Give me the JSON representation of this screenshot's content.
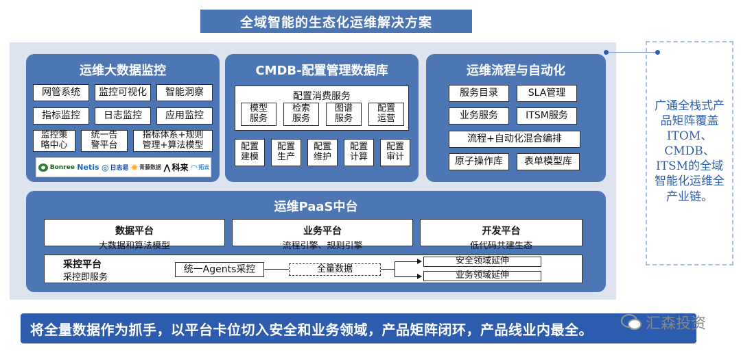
{
  "title": "全域智能的生态化运维解决方案",
  "bigdata": {
    "title": "运维大数据监控",
    "rows": [
      [
        "网管系统",
        "监控可视化",
        "智能洞察"
      ],
      [
        "指标监控",
        "日志监控",
        "应用监控"
      ]
    ],
    "row3": [
      "监控策\n略中心",
      "统一告\n警平台",
      "指标体系+规则\n管理+算法模型"
    ],
    "logos": [
      "Bonree",
      "Netis",
      "日志易",
      "青藤数据",
      "科来",
      "拓云"
    ]
  },
  "cmdb": {
    "title": "CMDB-配置管理数据库",
    "consume_title": "配置消费服务",
    "consume_items": [
      "模型\n服务",
      "检索\n服务",
      "图谱\n服务",
      "配置\n运营"
    ],
    "bottom_items": [
      "配置\n建模",
      "配置\n生产",
      "配置\n维护",
      "配置\n计算",
      "配置\n审计"
    ]
  },
  "flow": {
    "title": "运维流程与自动化",
    "row1": [
      "服务目录",
      "SLA管理"
    ],
    "row2": [
      "业务服务",
      "ITSM服务"
    ],
    "row3": "流程+自动化混合编排",
    "row4": [
      "原子操作库",
      "表单模型库"
    ]
  },
  "paas": {
    "title": "运维PaaS中台",
    "platforms": [
      {
        "title": "数据平台",
        "sub": "大数据和算法模型"
      },
      {
        "title": "业务平台",
        "sub": "流程引擎、规则引擎"
      },
      {
        "title": "开发平台",
        "sub": "低代码共建生态"
      }
    ],
    "collect": {
      "title": "采控平台",
      "sub": "采控即服务",
      "agents": "统一Agents采控",
      "data": "全量数据",
      "ext1": "安全领域延伸",
      "ext2": "业务领域延伸"
    }
  },
  "side_note": "广通全栈式产品矩阵覆盖ITOM、CMDB、ITSM的全域智能化运维全产业链。",
  "bottom": "将全量数据作为抓手，以平台卡位切入安全和业务领域，产品矩阵闭环，产品线业内最全。",
  "watermark": "汇森投资",
  "colors": {
    "panel": "#4d76b5",
    "title_bar": "#4a74b2",
    "bottom_bar": "#2d5cae",
    "side_text": "#2f5fa8"
  }
}
